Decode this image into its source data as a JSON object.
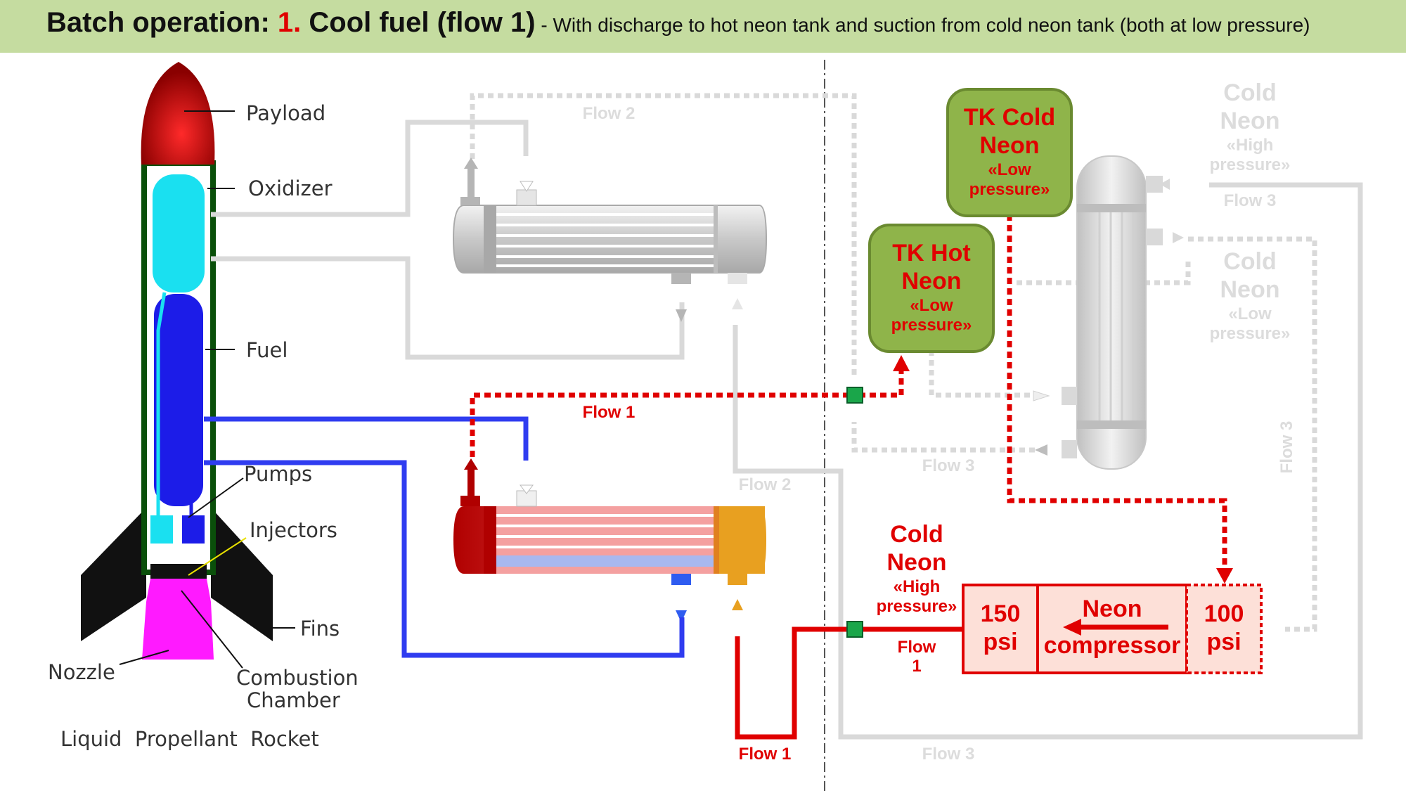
{
  "title": {
    "prefix": "Batch operation: ",
    "step_number": "1.",
    "main": " Cool fuel (flow 1)",
    "subtitle": " - With discharge to hot neon tank and suction from cold neon tank (both at low pressure)"
  },
  "rocket": {
    "payload": "Payload",
    "oxidizer": "Oxidizer",
    "fuel": "Fuel",
    "pumps": "Pumps",
    "injectors": "Injectors",
    "fins": "Fins",
    "nozzle": "Nozzle",
    "combustion_1": "Combustion",
    "combustion_2": "Chamber",
    "caption": "Liquid  Propellant  Rocket"
  },
  "flow_labels": {
    "flow2_top": "Flow 2",
    "flow1_mid": "Flow 1",
    "flow2_mid": "Flow 2",
    "flow1_bottom": "Flow 1",
    "flow3_mid": "Flow 3",
    "flow3_bottom": "Flow 3",
    "flow3_right": "Flow 3",
    "flow3_vertical": "Flow 3"
  },
  "tanks": {
    "cold": {
      "line1": "TK Cold",
      "line2": "Neon",
      "line3": "«Low",
      "line4": "pressure»"
    },
    "hot": {
      "line1": "TK Hot",
      "line2": "Neon",
      "line3": "«Low",
      "line4": "pressure»"
    }
  },
  "neon_labels": {
    "right_high": {
      "line1": "Cold",
      "line2": "Neon",
      "line3": "«High",
      "line4": "pressure»"
    },
    "right_low": {
      "line1": "Cold",
      "line2": "Neon",
      "line3": "«Low",
      "line4": "pressure»"
    },
    "left_high": {
      "line1": "Cold",
      "line2": "Neon",
      "line3": "«High",
      "line4": "pressure»"
    },
    "flow1_small": {
      "line1": "Flow",
      "line2": "1"
    }
  },
  "compressor": {
    "left_1": "150",
    "left_2": "psi",
    "center_1": "Neon",
    "center_2": "compressor",
    "right_1": "100",
    "right_2": "psi"
  },
  "colors": {
    "header": "#c5dca0",
    "flow_red": "#e00000",
    "fuel_blue": "#2f3cf0",
    "tank_green": "#8fb44a",
    "inactive_grey": "#d9d9d9",
    "valve_green": "#1aa64a"
  }
}
